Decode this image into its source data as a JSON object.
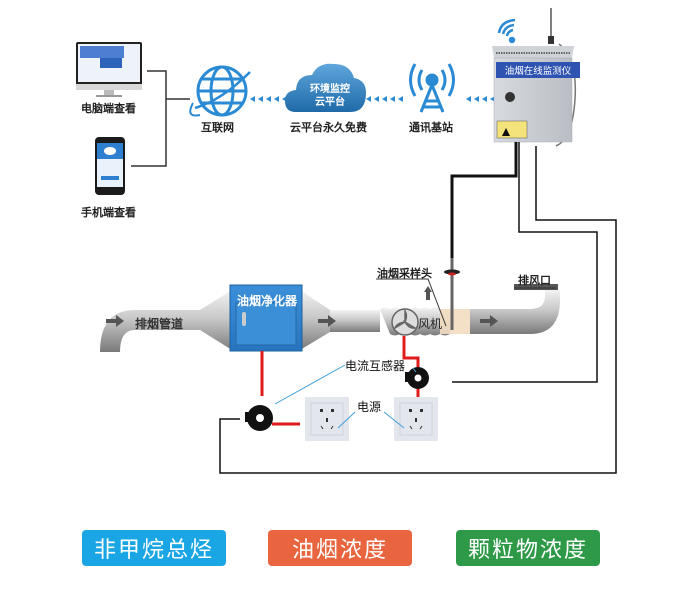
{
  "title": "油烟在线监测系统示意图",
  "top_row": {
    "pc_label": "电脑端查看",
    "mobile_label": "手机端查看",
    "internet_label": "互联网",
    "cloud": {
      "line1": "环境监控",
      "line2": "云平台",
      "caption": "云平台永久免费"
    },
    "base_station_label": "通讯基站",
    "monitor_device_label": "油烟在线监测仪"
  },
  "pipeline": {
    "duct_label": "排烟管道",
    "purifier_label": "油烟净化器",
    "fan_label": "风机",
    "sampling_head_label": "油烟采样头",
    "exhaust_label": "排风口"
  },
  "power": {
    "current_transformer_label": "电流互感器",
    "power_source_label": "电源"
  },
  "badges": [
    {
      "label": "非甲烷总烃",
      "color": "#1aa6e4"
    },
    {
      "label": "油烟浓度",
      "color": "#e8653f"
    },
    {
      "label": "颗粒物浓度",
      "color": "#2e9a47"
    }
  ],
  "colors": {
    "accent_blue": "#2a8ad4",
    "power_wire": "#e01b1b",
    "signal_wire": "#111111",
    "leader_line": "#3ca0dc"
  }
}
